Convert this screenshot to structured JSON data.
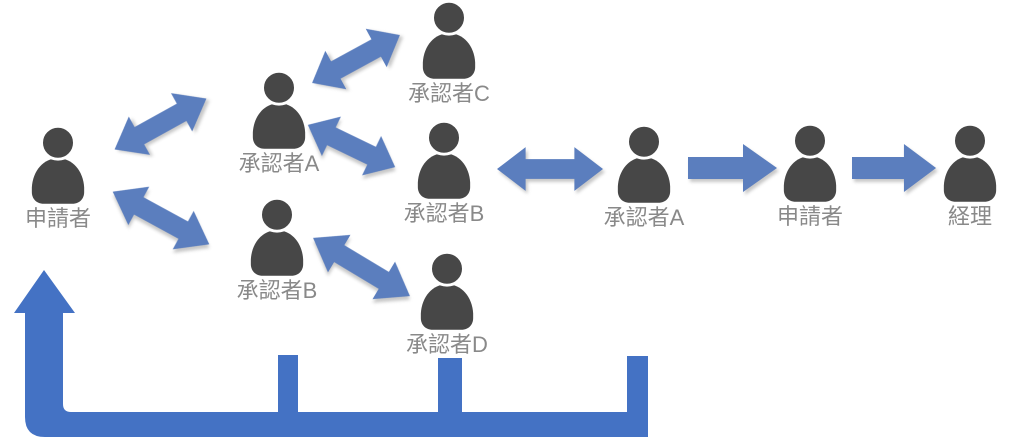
{
  "diagram": {
    "title": "approval-workflow-diagram",
    "colors": {
      "background": "#ffffff",
      "person": "#474747",
      "label": "#898989",
      "arrow": "#5B7EBE",
      "return_arrow": "#4472C4"
    },
    "people": [
      {
        "id": "applicant-left",
        "label": "申請者"
      },
      {
        "id": "approver-a-mid",
        "label": "承認者A"
      },
      {
        "id": "approver-c-top",
        "label": "承認者C"
      },
      {
        "id": "approver-b-mid",
        "label": "承認者B"
      },
      {
        "id": "approver-d-bottom",
        "label": "承認者D"
      },
      {
        "id": "approver-b-lower",
        "label": "承認者B"
      },
      {
        "id": "approver-a-right",
        "label": "承認者A"
      },
      {
        "id": "applicant-right",
        "label": "申請者"
      },
      {
        "id": "accounting",
        "label": "経理"
      }
    ],
    "connections": [
      {
        "from": "申請者",
        "to": "承認者A",
        "type": "bidirectional"
      },
      {
        "from": "申請者",
        "to": "承認者B",
        "type": "bidirectional"
      },
      {
        "from": "承認者A",
        "to": "承認者C",
        "type": "bidirectional"
      },
      {
        "from": "承認者A",
        "to": "承認者B",
        "type": "bidirectional"
      },
      {
        "from": "承認者B",
        "to": "承認者D",
        "type": "bidirectional"
      },
      {
        "from": "承認者B",
        "to": "承認者A",
        "type": "bidirectional"
      },
      {
        "from": "承認者A",
        "to": "申請者",
        "type": "forward"
      },
      {
        "from": "申請者",
        "to": "経理",
        "type": "forward"
      },
      {
        "from": "承認者A / 承認者D / 経理側",
        "to": "申請者",
        "type": "return"
      }
    ]
  }
}
